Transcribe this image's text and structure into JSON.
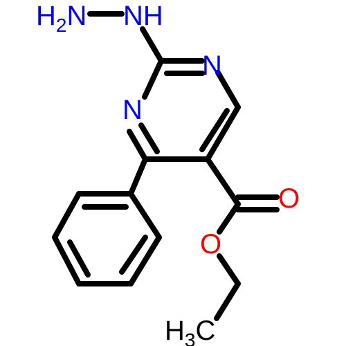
{
  "molecule": {
    "atoms": {
      "hydrazine_nh2": {
        "main": "H",
        "sub": "2",
        "rest": "N",
        "color": "#0000ff"
      },
      "hydrazine_nh": {
        "text": "NH",
        "color": "#0000ff"
      },
      "ring_n_top": {
        "text": "N",
        "color": "#0000ff"
      },
      "ring_n_left": {
        "text": "N",
        "color": "#0000ff"
      },
      "carbonyl_o": {
        "text": "O",
        "color": "#ff0000"
      },
      "ester_o": {
        "text": "O",
        "color": "#ff0000"
      },
      "methyl": {
        "main": "H",
        "sub": "3",
        "rest": "C",
        "color": "#000000"
      }
    },
    "bond_color": "#000000"
  }
}
